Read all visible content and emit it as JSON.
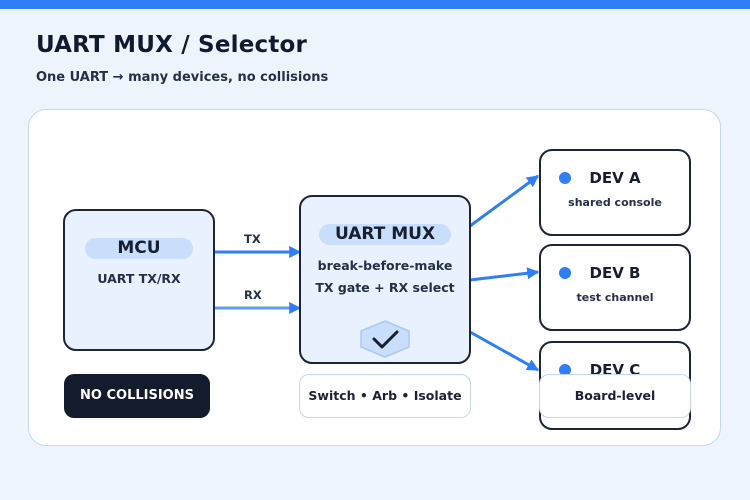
{
  "header": {
    "title": "UART MUX / Selector",
    "subtitle": "One UART → many devices, no collisions"
  },
  "mcu": {
    "title": "MCU",
    "text": "UART TX/RX"
  },
  "links": {
    "tx": "TX",
    "rx": "RX"
  },
  "mux": {
    "title": "UART MUX",
    "line1": "break-before-make",
    "line2": "TX gate + RX select",
    "icon": "shield-check-icon"
  },
  "devices": [
    {
      "name": "DEV A",
      "desc": "shared console"
    },
    {
      "name": "DEV B",
      "desc": "test channel"
    },
    {
      "name": "DEV C",
      "desc": ""
    }
  ],
  "badges": {
    "collisions": "NO COLLISIONS",
    "mux_features": "Switch • Arb • Isolate",
    "board": "Board-level"
  },
  "colors": {
    "accent": "#2f7ef5",
    "box_fill": "#e8f1fd",
    "pill_fill": "#c9defb",
    "outline": "#1d2538",
    "dark_badge": "#141b2d"
  }
}
